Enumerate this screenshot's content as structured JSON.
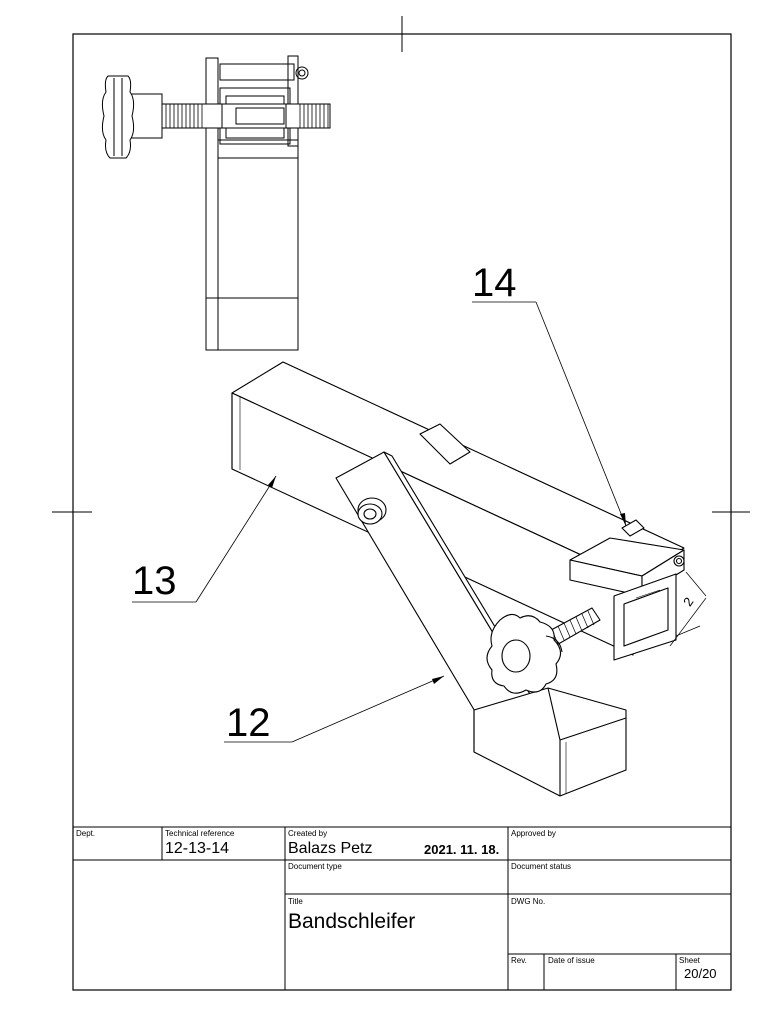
{
  "balloons": {
    "b12": "12",
    "b13": "13",
    "b14": "14"
  },
  "dimension": {
    "value": "2"
  },
  "title_block": {
    "dept_label": "Dept.",
    "tech_ref_label": "Technical reference",
    "tech_ref_value": "12-13-14",
    "created_by_label": "Created by",
    "created_by_value": "Balazs Petz",
    "date_value": "2021. 11. 18.",
    "approved_by_label": "Approved by",
    "doc_type_label": "Document type",
    "doc_status_label": "Document status",
    "title_label": "Title",
    "title_value": "Bandschleifer",
    "dwg_no_label": "DWG No.",
    "rev_label": "Rev.",
    "date_of_issue_label": "Date of issue",
    "sheet_label": "Sheet",
    "sheet_value": "20/20"
  }
}
